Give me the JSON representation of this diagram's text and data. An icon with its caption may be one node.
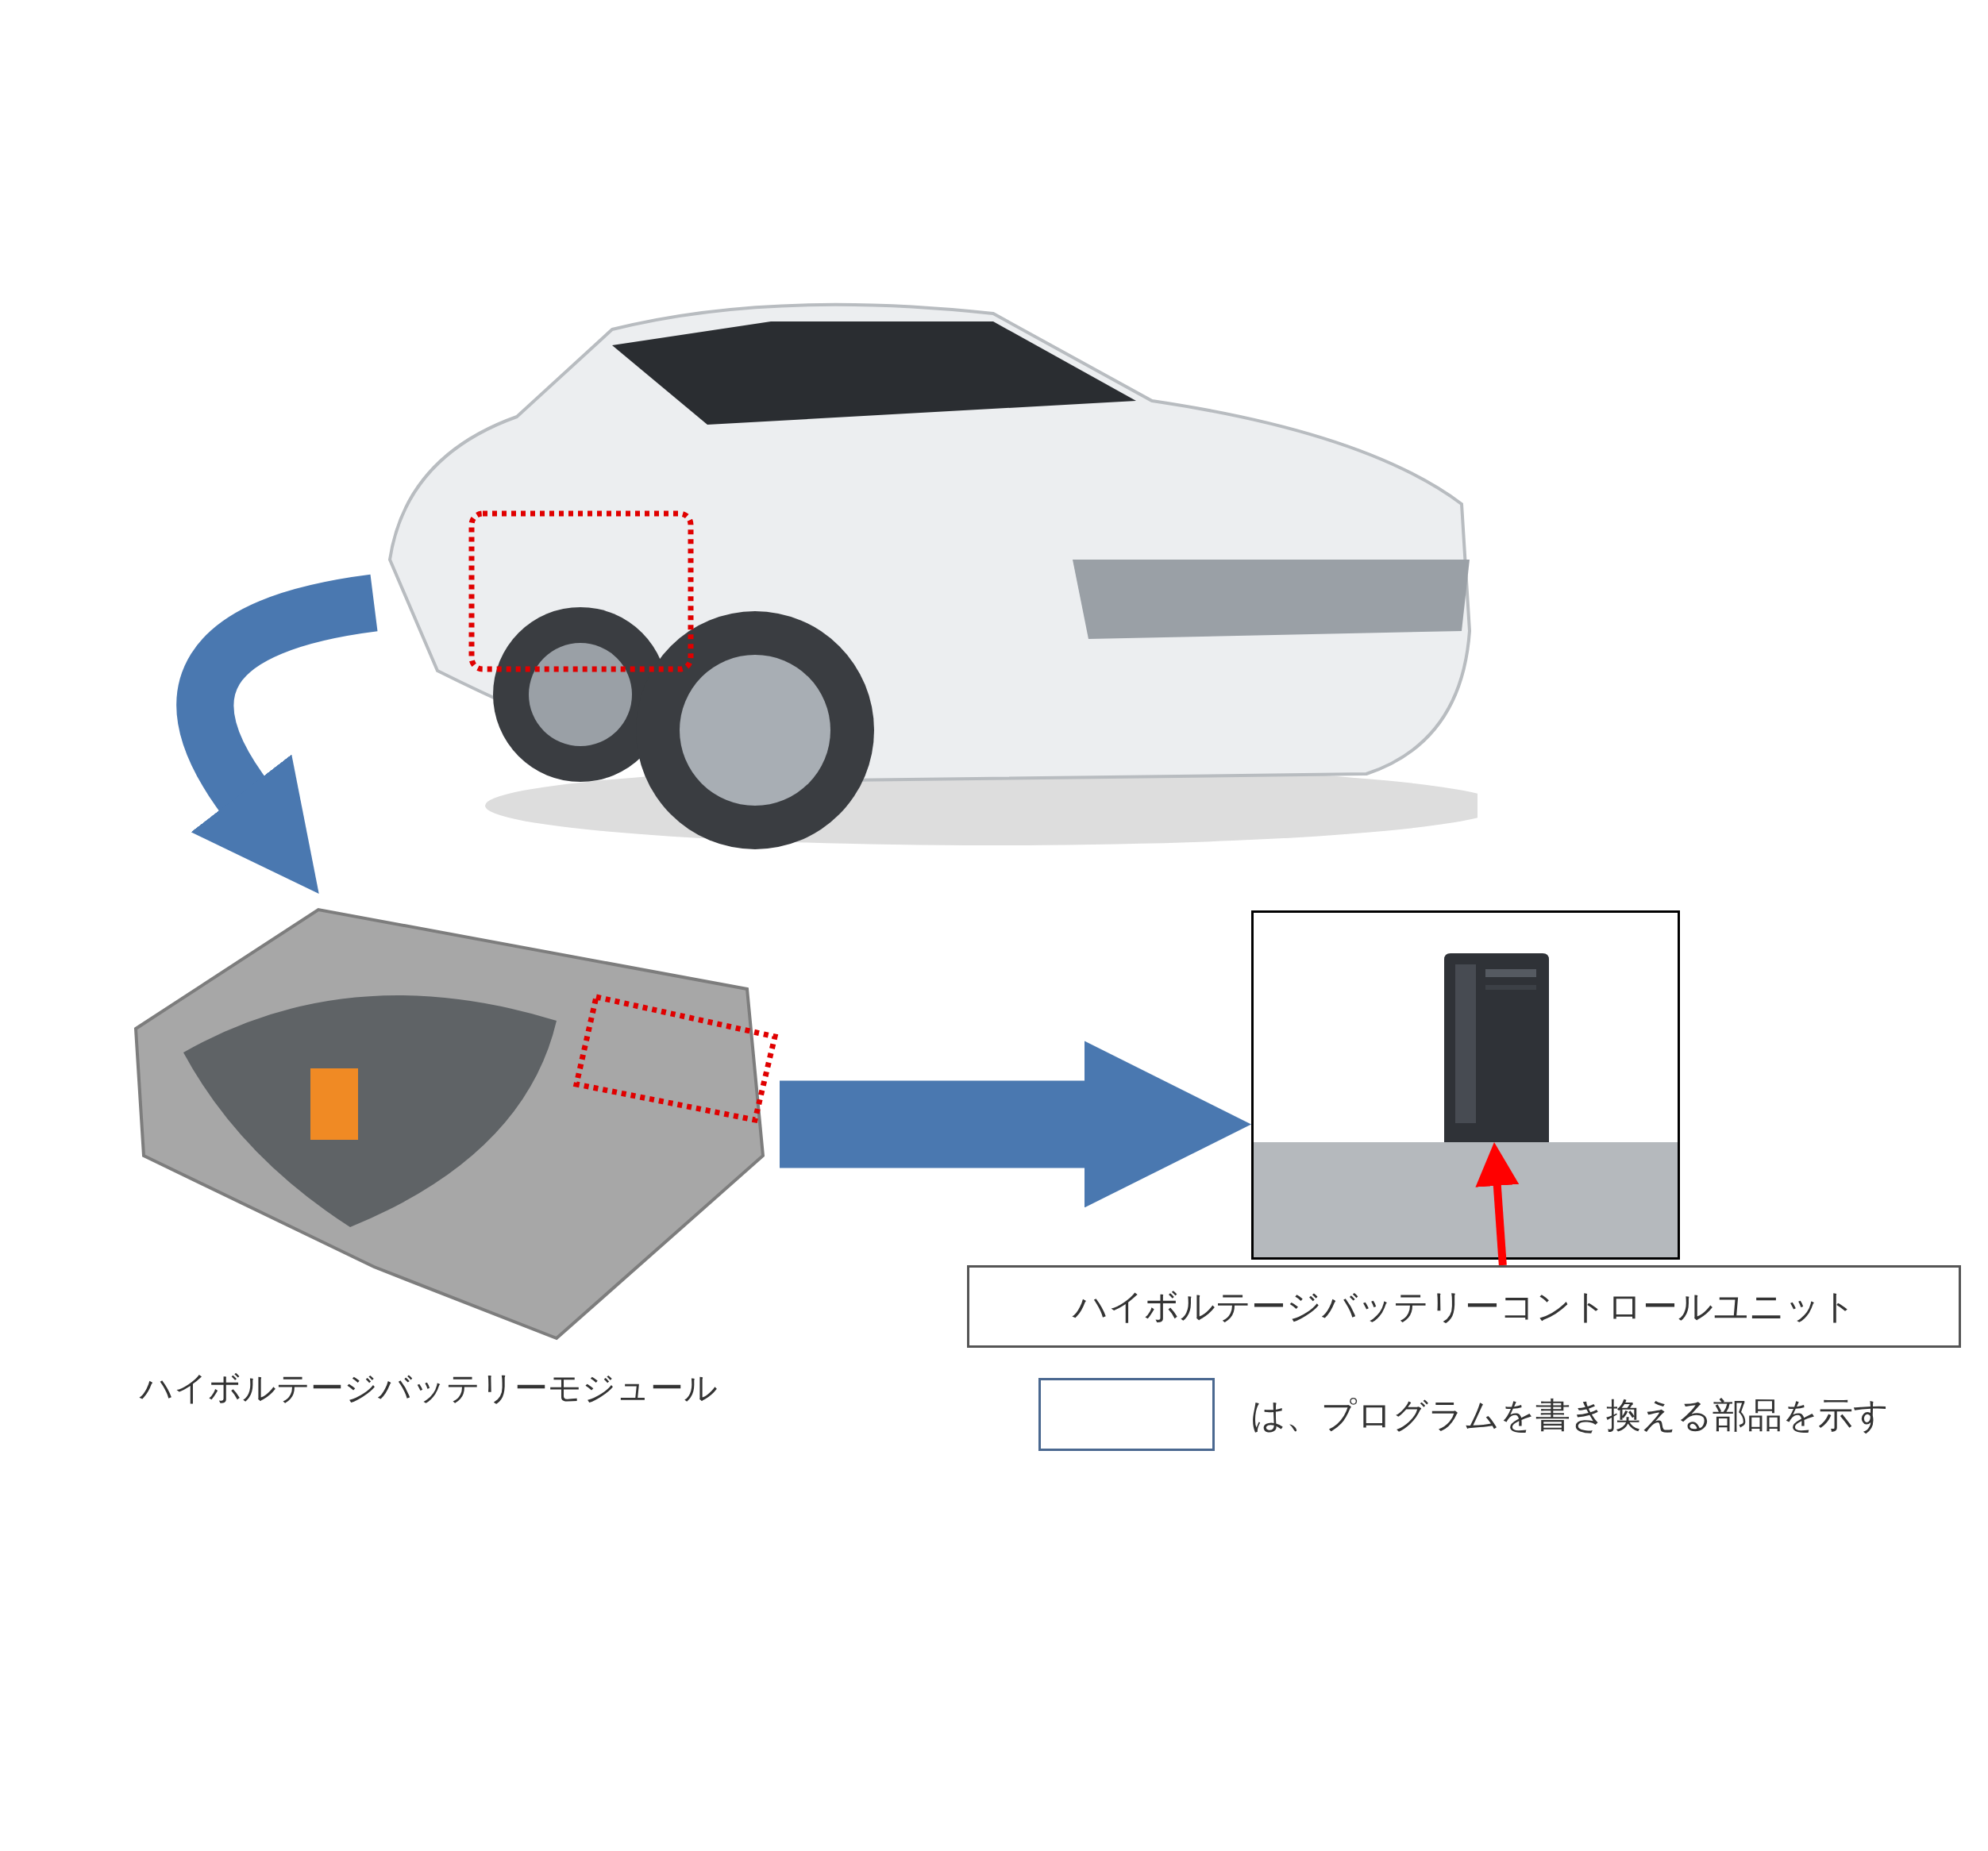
{
  "diagram": {
    "nodes": [
      {
        "text": [],
        "shape": "picture"
      },
      {
        "text": [
          "ハイボルテージバッテリーモジュール"
        ]
      },
      {
        "text": [],
        "shape": "picture"
      },
      {
        "text": [
          "ハイボルテージバッテリーコントロールユニット"
        ]
      },
      {
        "text": [],
        "shape": "picture",
        "in": 2
      }
    ],
    "edges": [
      {
        "from": 0,
        "to": 1,
        "arrow": "to"
      },
      {
        "from": 1,
        "to": 2,
        "arrow": "to"
      },
      {
        "from": 3,
        "to": 4,
        "arrow": "to",
        "color": "#ff0000"
      }
    ],
    "legend": [
      {
        "text": "は、プログラムを書き換える部品を示す"
      }
    ]
  }
}
